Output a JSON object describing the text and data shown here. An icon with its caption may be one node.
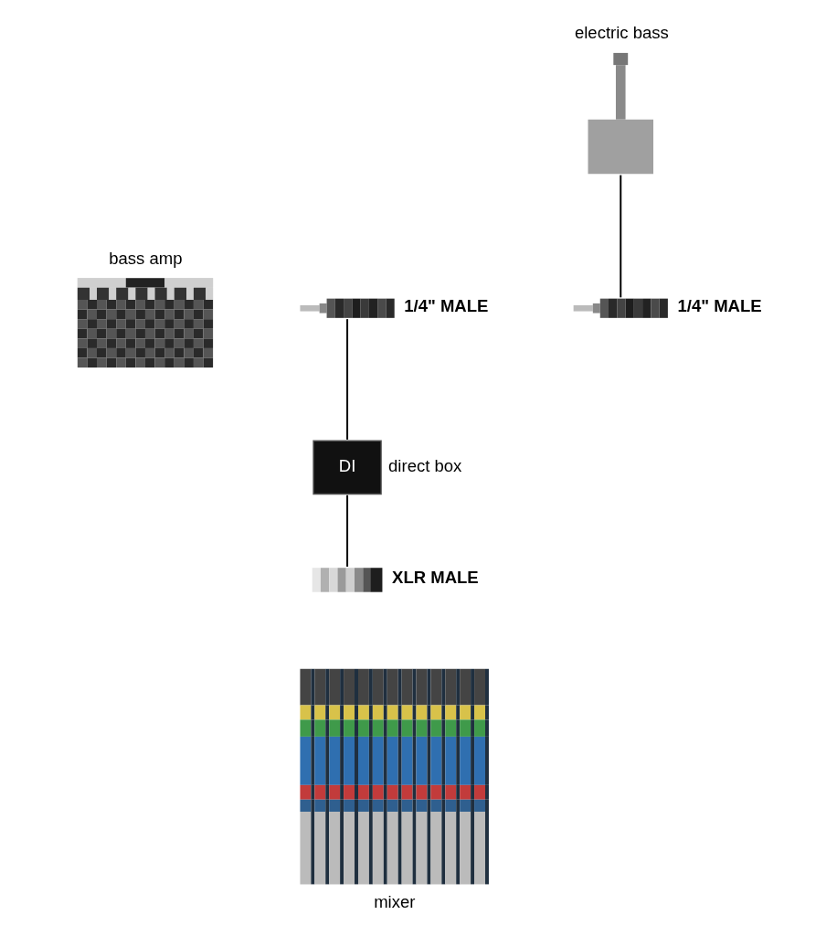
{
  "diagram": {
    "nodes": [
      {
        "text": [],
        "shape": "picture",
        "beside": [
          "electric bass"
        ]
      },
      {
        "text": [],
        "shape": "picture",
        "beside": [
          "bass amp"
        ]
      },
      {
        "text": [],
        "shape": "picture",
        "beside": [
          "1/4\" MALE"
        ]
      },
      {
        "text": [],
        "shape": "picture",
        "beside": [
          "1/4\" MALE"
        ]
      },
      {
        "text": [
          "DI"
        ],
        "beside": [
          "direct box"
        ]
      },
      {
        "text": [],
        "shape": "picture",
        "beside": [
          "XLR MALE"
        ]
      },
      {
        "text": [],
        "shape": "picture",
        "beside": [
          "mixer"
        ]
      }
    ],
    "edges": [
      {
        "from": 0,
        "to": 3,
        "arrow": "none"
      },
      {
        "from": 2,
        "to": 4,
        "arrow": "none"
      },
      {
        "from": 4,
        "to": 5,
        "arrow": "none"
      }
    ]
  }
}
